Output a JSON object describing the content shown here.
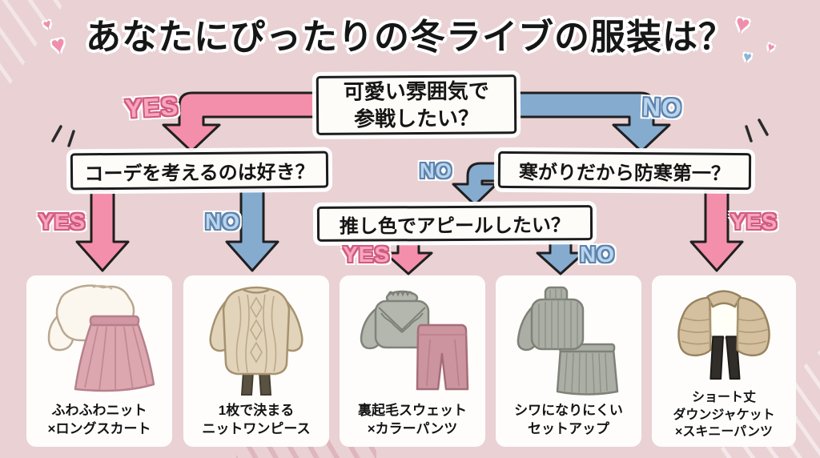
{
  "title": "あなたにぴったりの冬ライブの服装は？",
  "branch_labels": {
    "yes": "YES",
    "no": "NO"
  },
  "questions": {
    "q1_line1": "可愛い雰囲気で",
    "q1_line2": "参戦したい？",
    "q2": "コーデを考えるのは好き？",
    "q3": "寒がりだから防寒第一？",
    "q4": "推し色でアピールしたい？"
  },
  "outcomes": [
    {
      "lines": [
        "ふわふわニット",
        "×ロングスカート"
      ]
    },
    {
      "lines": [
        "1枚で決まる",
        "ニットワンピース"
      ]
    },
    {
      "lines": [
        "裏起毛スウェット",
        "×カラーパンツ"
      ]
    },
    {
      "lines": [
        "シワになりにくい",
        "セットアップ"
      ]
    },
    {
      "lines": [
        "ショート丈",
        "ダウンジャケット",
        "×スキニーパンツ"
      ]
    }
  ],
  "icons": {
    "heart": "♥"
  },
  "colors": {
    "background": "#e9d1d4",
    "yes_pink_arrow": "#f48fab",
    "no_blue_arrow": "#85abcf",
    "box_background": "#fdfcf9",
    "text": "#151515"
  }
}
